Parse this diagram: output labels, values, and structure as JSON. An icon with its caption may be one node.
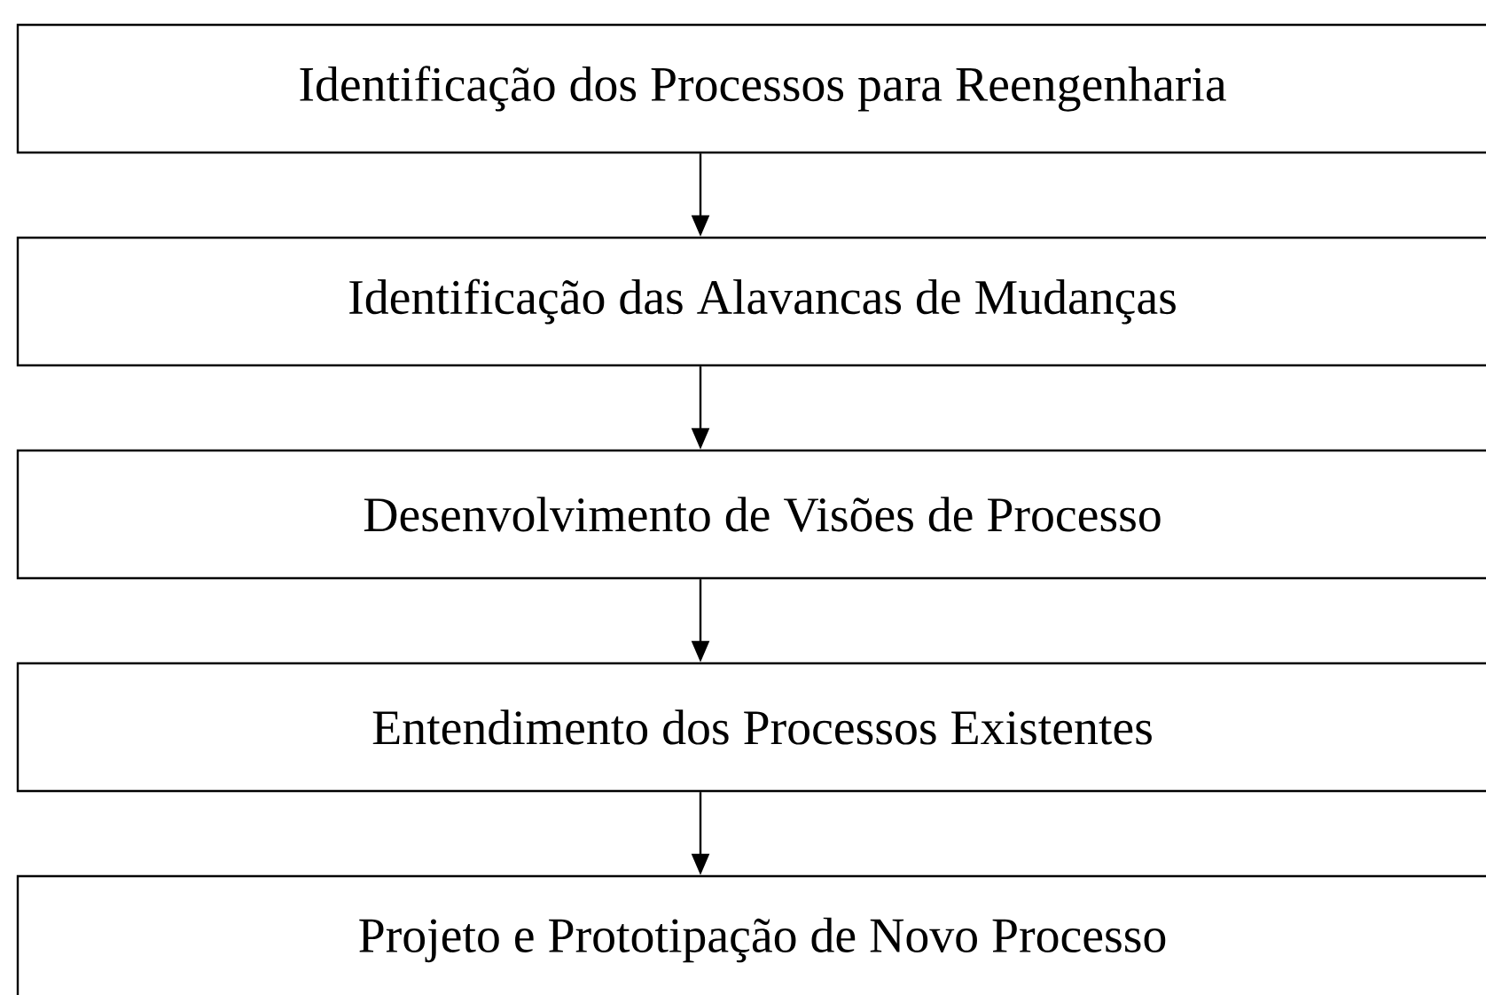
{
  "diagram": {
    "nodes": [
      {
        "text": [
          "Identificação dos Processos para Reengenharia"
        ]
      },
      {
        "text": [
          "Identificação das Alavancas de Mudanças"
        ]
      },
      {
        "text": [
          "Desenvolvimento de Visões de Processo"
        ]
      },
      {
        "text": [
          "Entendimento dos Processos Existentes"
        ]
      },
      {
        "text": [
          "Projeto e Prototipação de Novo Processo"
        ]
      }
    ],
    "edges": [
      {
        "from": 0,
        "to": 1,
        "arrow": "to"
      },
      {
        "from": 1,
        "to": 2,
        "arrow": "to"
      },
      {
        "from": 2,
        "to": 3,
        "arrow": "to"
      },
      {
        "from": 3,
        "to": 4,
        "arrow": "to"
      }
    ]
  }
}
